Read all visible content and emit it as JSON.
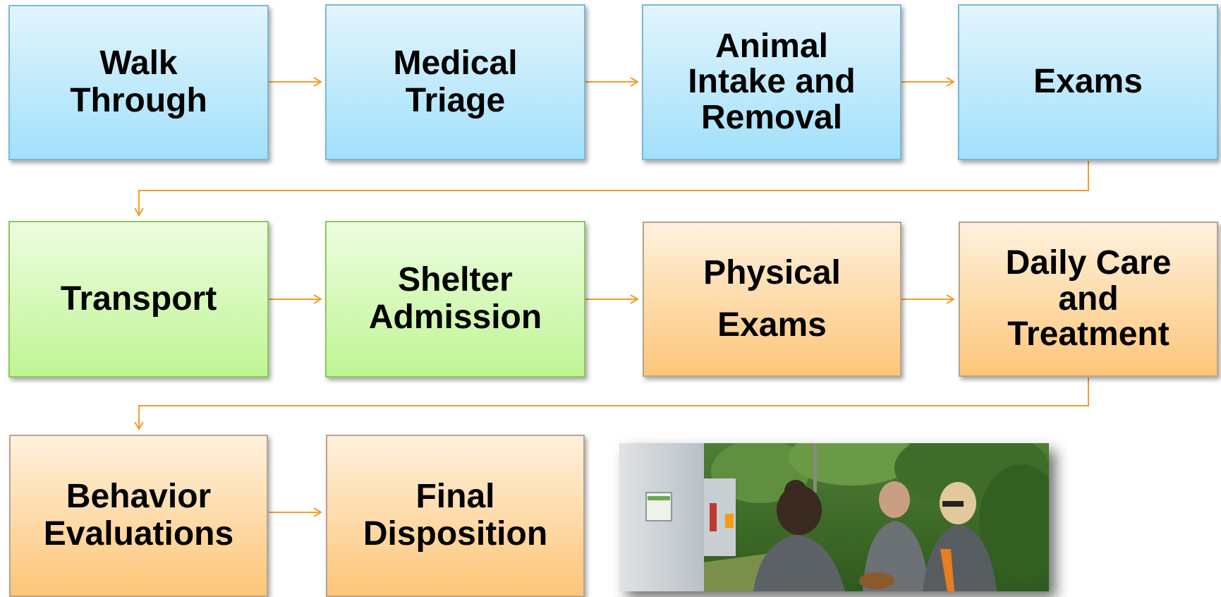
{
  "steps": {
    "walk_through": "Walk\nThrough",
    "medical_triage": "Medical\nTriage",
    "animal_intake": "Animal\nIntake and\nRemoval",
    "exams": "Exams",
    "transport": "Transport",
    "shelter_admission": "Shelter\nAdmission",
    "physical_exams": "Physical\nExams",
    "daily_care": "Daily Care\nand\nTreatment",
    "behavior_evaluations": "Behavior\nEvaluations",
    "final_disposition": "Final\nDisposition"
  },
  "colors": {
    "arrow": "#f0a02a",
    "blue_box": "#a2e0fb",
    "green_box": "#bff594",
    "orange_box": "#fdc679"
  }
}
